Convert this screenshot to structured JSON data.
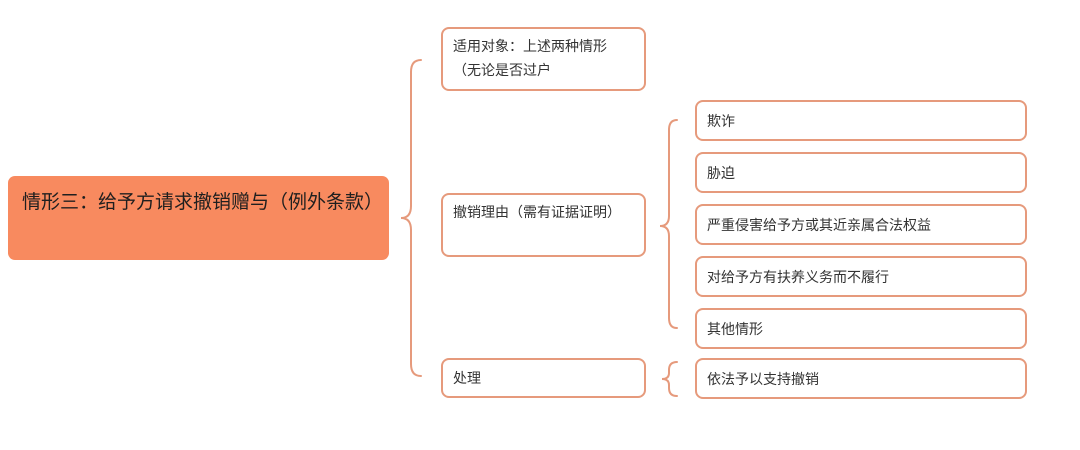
{
  "mindmap": {
    "root": {
      "label": "情形三：给予方请求撤销赠与（例外条款）"
    },
    "branches": {
      "target": {
        "label": "适用对象：上述两种情形（无论是否过户"
      },
      "reason": {
        "label": "撤销理由（需有证据证明）",
        "children": [
          "欺诈",
          "胁迫",
          "严重侵害给予方或其近亲属合法权益",
          "对给予方有扶养义务而不履行",
          "其他情形"
        ]
      },
      "handling": {
        "label": "处理",
        "children": [
          "依法予以支持撤销"
        ]
      }
    },
    "colors": {
      "root_fill": "#f88a5f",
      "node_border": "#e69a7c",
      "connector": "#e69a7c"
    }
  }
}
